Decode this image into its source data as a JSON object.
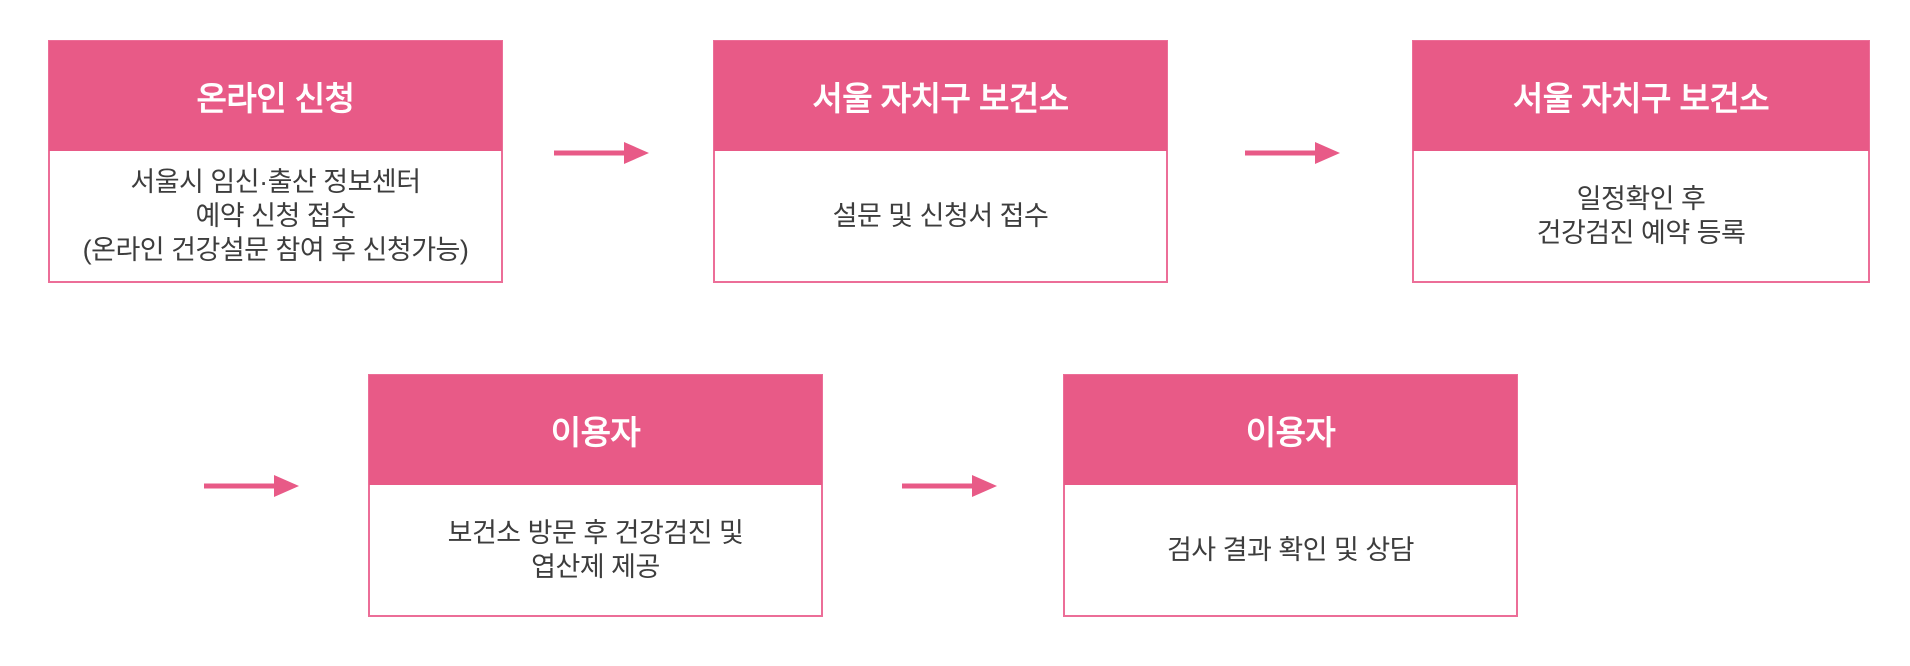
{
  "colors": {
    "accent_pink": "#E85A87",
    "box_border_pink": "#EC6E98",
    "header_text": "#FFFFFF",
    "body_text": "#3D3D3D",
    "background": "#FFFFFF"
  },
  "flowchart": {
    "steps": [
      {
        "title": "온라인 신청",
        "lines": [
          "서울시 임신·출산 정보센터",
          "예약 신청 접수",
          "(온라인 건강설문 참여 후 신청가능)"
        ]
      },
      {
        "title": "서울 자치구 보건소",
        "lines": [
          "설문 및 신청서 접수"
        ]
      },
      {
        "title": "서울 자치구 보건소",
        "lines": [
          "일정확인 후",
          "건강검진 예약 등록"
        ]
      },
      {
        "title": "이용자",
        "lines": [
          "보건소 방문 후 건강검진 및",
          "엽산제 제공"
        ]
      },
      {
        "title": "이용자",
        "lines": [
          "검사 결과 확인 및 상담"
        ]
      }
    ],
    "arrow_count": 4,
    "arrow_direction": "right"
  }
}
